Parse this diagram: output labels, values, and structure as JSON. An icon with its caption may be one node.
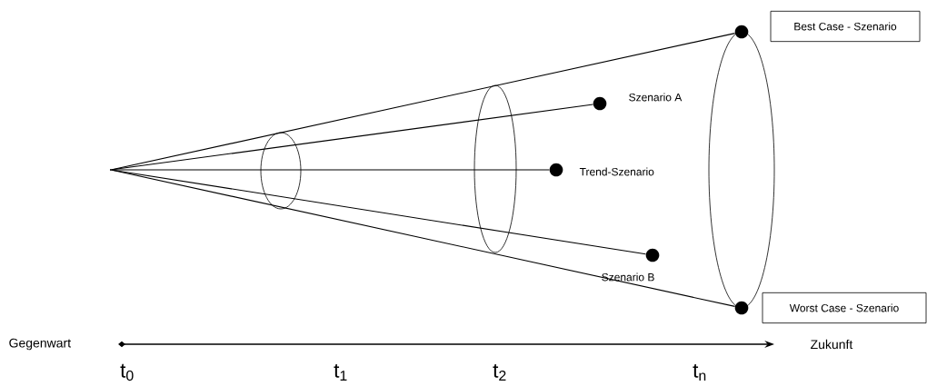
{
  "diagram": {
    "nodes": [
      {
        "text": [],
        "shape": "point"
      },
      {
        "text": [],
        "shape": "circle"
      },
      {
        "text": [
          "Best Case - Szenario"
        ]
      },
      {
        "text": [],
        "shape": "circle",
        "beside": [
          "Szenario A"
        ]
      },
      {
        "text": [],
        "shape": "circle",
        "beside": [
          "Trend-Szenario"
        ]
      },
      {
        "text": [],
        "shape": "circle",
        "beside": [
          "Szenario B"
        ]
      },
      {
        "text": [],
        "shape": "circle"
      },
      {
        "text": [
          "Worst Case - Szenario"
        ]
      }
    ],
    "edges": [
      {
        "from": 0,
        "to": 1,
        "arrow": "none"
      },
      {
        "from": 0,
        "to": 3,
        "arrow": "none"
      },
      {
        "from": 0,
        "to": 4,
        "arrow": "none"
      },
      {
        "from": 0,
        "to": 5,
        "arrow": "none"
      },
      {
        "from": 0,
        "to": 6,
        "arrow": "none"
      }
    ],
    "labels": [
      "Gegenwart",
      "Zukunft",
      "t$_{0}$",
      "t$_{1}$",
      "t$_{2}$",
      "t$_{n}$"
    ]
  }
}
